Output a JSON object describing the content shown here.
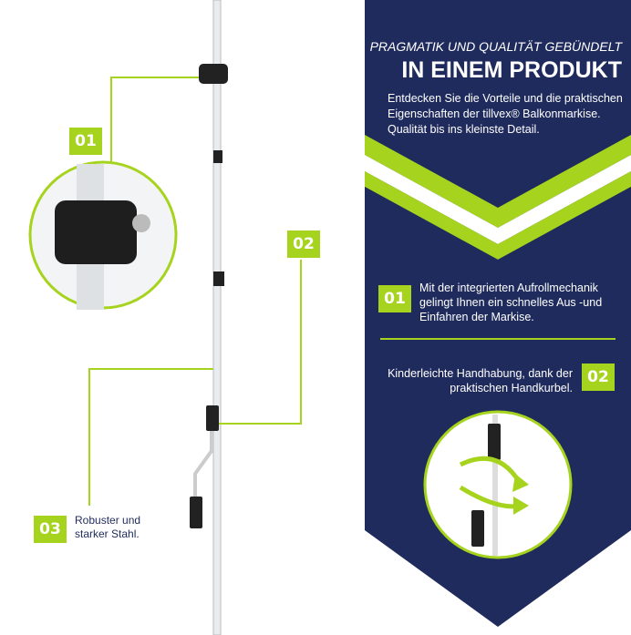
{
  "banner": {
    "subtitle": "PRAGMATIK UND QUALITÄT GEBÜNDELT",
    "title": "IN EINEM PRODUKT",
    "intro": "Entdecken Sie die Vorteile und die praktischen Eigenschaften der tillvex® Balkonmarkise. Qualität bis ins kleinste Detail.",
    "features": [
      {
        "number": "01",
        "text": "Mit der integrierten Aufrollmechanik gelingt Ihnen ein schnelles Aus -und Einfahren der Markise."
      },
      {
        "number": "02",
        "text": "Kinderleichte Handhabung, dank der praktischen Handkurbel."
      }
    ]
  },
  "callouts": [
    {
      "number": "01"
    },
    {
      "number": "02"
    },
    {
      "number": "03",
      "text": "Robuster und starker Stahl."
    }
  ],
  "colors": {
    "navy": "#1f2b5c",
    "lime": "#a6d41e"
  }
}
